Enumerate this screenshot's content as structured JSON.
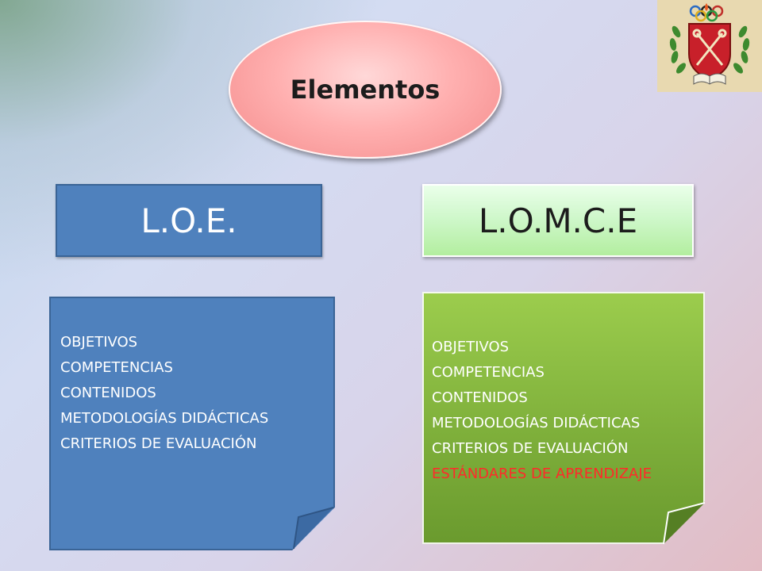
{
  "title": "Elementos",
  "loe": {
    "label": "L.O.E.",
    "items": [
      "OBJETIVOS",
      "COMPETENCIAS",
      "CONTENIDOS",
      "METODOLOGÍAS DIDÁCTICAS",
      "CRITERIOS DE EVALUACIÓN"
    ]
  },
  "lomce": {
    "label": "L.O.M.C.E",
    "items": [
      "OBJETIVOS",
      "COMPETENCIAS",
      "CONTENIDOS",
      "METODOLOGÍAS DIDÁCTICAS",
      "CRITERIOS DE EVALUACIÓN"
    ],
    "highlight_item": "ESTÁNDARES DE APRENDIZAJE"
  },
  "colors": {
    "loe_blue": "#4f81bd",
    "lomce_green": "#7fb03b",
    "highlight_red": "#ff2a2a",
    "title_pink": "#ffb0b0"
  },
  "logo": {
    "icon": "school-crest-icon"
  }
}
